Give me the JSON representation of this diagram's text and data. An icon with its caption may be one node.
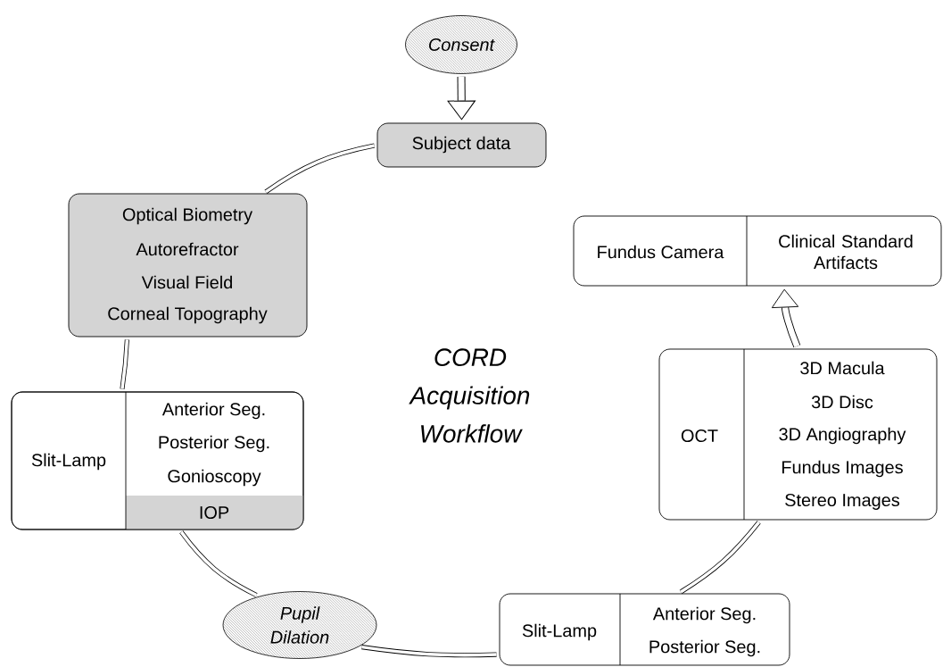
{
  "diagram": {
    "title": "CORD Acquisition Workflow",
    "nodes": [
      {
        "text": [
          "Consent"
        ]
      },
      {
        "text": [
          "Subject data"
        ]
      },
      {
        "text": [
          "Optical Biometry",
          "Autorefractor",
          "Visual Field",
          "Corneal Topography"
        ]
      },
      {
        "text": [
          "Slit-Lamp",
          "Anterior Seg.",
          "Posterior Seg.",
          "Gonioscopy",
          "IOP"
        ]
      },
      {
        "text": [
          "Pupil Dilation"
        ]
      },
      {
        "text": [
          "Slit-Lamp",
          "Anterior Seg.",
          "Posterior Seg."
        ]
      },
      {
        "text": [
          "OCT",
          "3D Macula",
          "3D Disc",
          "3D Angiography",
          "Fundus Images",
          "Stereo Images"
        ]
      },
      {
        "text": [
          "Fundus Camera",
          "Clinical Standard Artifacts"
        ]
      }
    ],
    "edges": [
      {
        "from": 0,
        "to": 1,
        "arrow": "to"
      },
      {
        "from": 1,
        "to": 2,
        "arrow": "none"
      },
      {
        "from": 2,
        "to": 3,
        "arrow": "none"
      },
      {
        "from": 3,
        "to": 4,
        "arrow": "none"
      },
      {
        "from": 4,
        "to": 5,
        "arrow": "none"
      },
      {
        "from": 5,
        "to": 6,
        "arrow": "none"
      },
      {
        "from": 6,
        "to": 7,
        "arrow": "to"
      }
    ]
  }
}
